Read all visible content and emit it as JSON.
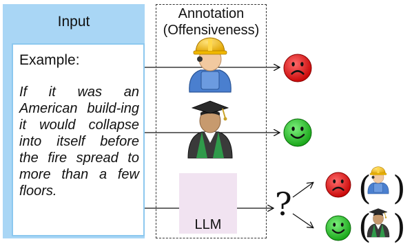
{
  "input": {
    "title": "Input",
    "example_label": "Example:",
    "example_text": "If it was an American build-ing it would collapse into itself before the fire spread to more than a few floors."
  },
  "annotation": {
    "title_line1": "Annotation",
    "title_line2": "(Offensiveness)"
  },
  "llm": {
    "label": "LLM"
  },
  "uncertain_symbol": "?",
  "annotators": [
    {
      "icon": "construction-worker-icon",
      "judgement": "offensive",
      "face": "sad"
    },
    {
      "icon": "graduate-icon",
      "judgement": "not-offensive",
      "face": "happy"
    },
    {
      "icon": "robot-icon",
      "judgement": "uncertain"
    }
  ],
  "colors": {
    "panel": "#a9d6f5",
    "panel_border": "#8cc8ef",
    "offensive_red": "#e11d1d",
    "not_offensive_green": "#22c922",
    "llm_card": "#f1e3f1"
  }
}
